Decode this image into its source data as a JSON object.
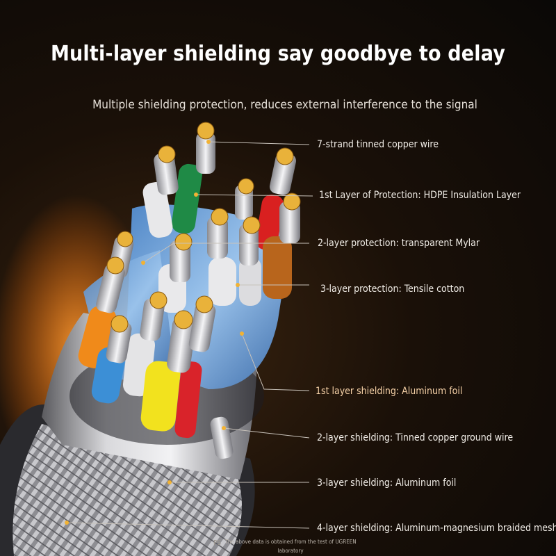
{
  "header": {
    "title": "Multi-layer shielding say goodbye to delay",
    "subtitle": "Multiple shielding protection, reduces external interference to the signal"
  },
  "callouts": [
    "7-strand tinned copper wire",
    "1st Layer of Protection: HDPE Insulation Layer",
    "2-layer protection: transparent Mylar",
    "3-layer protection: Tensile cotton",
    "1st layer shielding: Aluminum foil",
    "2-layer shielding: Tinned copper ground wire",
    "3-layer shielding: Aluminum foil",
    "4-layer shielding: Aluminum-magnesium braided mesh"
  ],
  "footer": {
    "ps": "PS",
    "note": "The above data is obtained from the test of UGREEN laboratory"
  },
  "colors": {
    "accent_orange": "#f7a040",
    "callout_dot": "#f2b233"
  }
}
